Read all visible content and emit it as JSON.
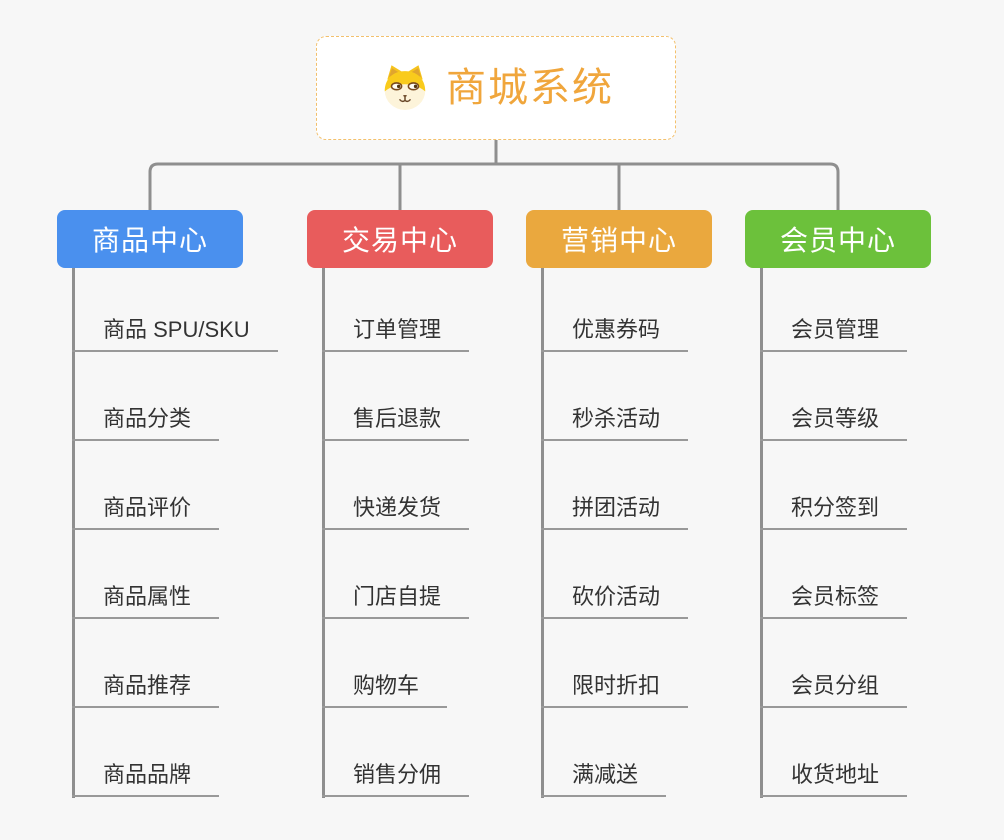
{
  "page": {
    "background_color": "#f7f7f7",
    "connector_color": "#8f8f8f",
    "leaf_line_color": "#999999"
  },
  "root": {
    "title": "商城系统",
    "title_color": "#f0a63c",
    "border_color": "#f3c06c",
    "icon": "doge-icon"
  },
  "branches": [
    {
      "label": "商品中心",
      "color": "#4a90ee",
      "children": [
        "商品 SPU/SKU",
        "商品分类",
        "商品评价",
        "商品属性",
        "商品推荐",
        "商品品牌"
      ]
    },
    {
      "label": "交易中心",
      "color": "#e85c5c",
      "children": [
        "订单管理",
        "售后退款",
        "快递发货",
        "门店自提",
        "购物车",
        "销售分佣"
      ]
    },
    {
      "label": "营销中心",
      "color": "#eaa83e",
      "children": [
        "优惠券码",
        "秒杀活动",
        "拼团活动",
        "砍价活动",
        "限时折扣",
        "满减送"
      ]
    },
    {
      "label": "会员中心",
      "color": "#6cc13b",
      "children": [
        "会员管理",
        "会员等级",
        "积分签到",
        "会员标签",
        "会员分组",
        "收货地址"
      ]
    }
  ]
}
